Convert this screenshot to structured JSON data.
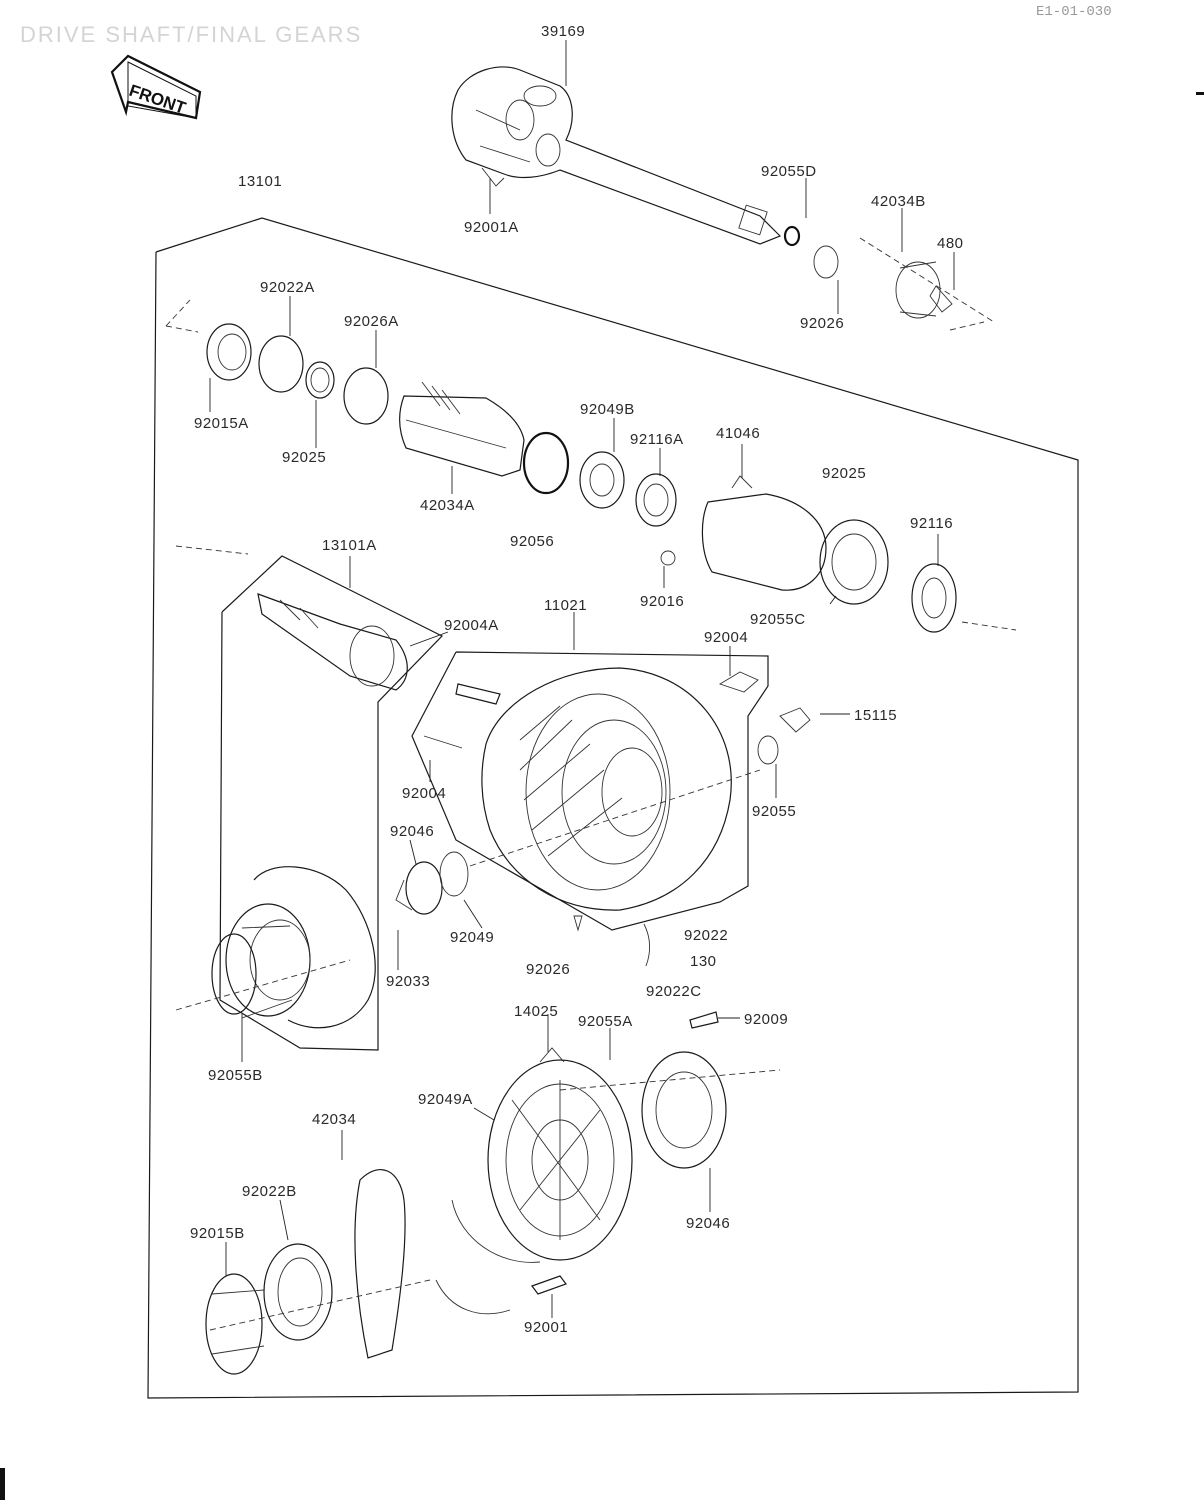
{
  "header": {
    "title": "DRIVE SHAFT/FINAL GEARS",
    "code": "E1-01-030"
  },
  "front_arrow": {
    "label": "FRONT"
  },
  "parts": [
    {
      "id": "p39169",
      "label": "39169"
    },
    {
      "id": "p13101",
      "label": "13101"
    },
    {
      "id": "p92001A",
      "label": "92001A"
    },
    {
      "id": "p92055D",
      "label": "92055D"
    },
    {
      "id": "p42034B",
      "label": "42034B"
    },
    {
      "id": "p480",
      "label": "480"
    },
    {
      "id": "p92026",
      "label": "92026"
    },
    {
      "id": "p92022A",
      "label": "92022A"
    },
    {
      "id": "p92026A",
      "label": "92026A"
    },
    {
      "id": "p92015A",
      "label": "92015A"
    },
    {
      "id": "p92025",
      "label": "92025"
    },
    {
      "id": "p42034A",
      "label": "42034A"
    },
    {
      "id": "p92049B",
      "label": "92049B"
    },
    {
      "id": "p92116A",
      "label": "92116A"
    },
    {
      "id": "p41046",
      "label": "41046"
    },
    {
      "id": "p92025b",
      "label": "92025"
    },
    {
      "id": "p92056",
      "label": "92056"
    },
    {
      "id": "p92116",
      "label": "92116"
    },
    {
      "id": "p92016",
      "label": "92016"
    },
    {
      "id": "p92055C",
      "label": "92055C"
    },
    {
      "id": "p13101A",
      "label": "13101A"
    },
    {
      "id": "p92004A",
      "label": "92004A"
    },
    {
      "id": "p11021",
      "label": "11021"
    },
    {
      "id": "p92004a",
      "label": "92004"
    },
    {
      "id": "p15115",
      "label": "15115"
    },
    {
      "id": "p92004b",
      "label": "92004"
    },
    {
      "id": "p92055",
      "label": "92055"
    },
    {
      "id": "p92046",
      "label": "92046"
    },
    {
      "id": "p92049",
      "label": "92049"
    },
    {
      "id": "p92033",
      "label": "92033"
    },
    {
      "id": "p92022",
      "label": "92022"
    },
    {
      "id": "p92026b",
      "label": "92026"
    },
    {
      "id": "p130",
      "label": "130"
    },
    {
      "id": "p92022C",
      "label": "92022C"
    },
    {
      "id": "p14025",
      "label": "14025"
    },
    {
      "id": "p92055A",
      "label": "92055A"
    },
    {
      "id": "p92009",
      "label": "92009"
    },
    {
      "id": "p92055B",
      "label": "92055B"
    },
    {
      "id": "p92049A",
      "label": "92049A"
    },
    {
      "id": "p42034",
      "label": "42034"
    },
    {
      "id": "p92022B",
      "label": "92022B"
    },
    {
      "id": "p92015B",
      "label": "92015B"
    },
    {
      "id": "p92046b",
      "label": "92046"
    },
    {
      "id": "p92001",
      "label": "92001"
    }
  ]
}
